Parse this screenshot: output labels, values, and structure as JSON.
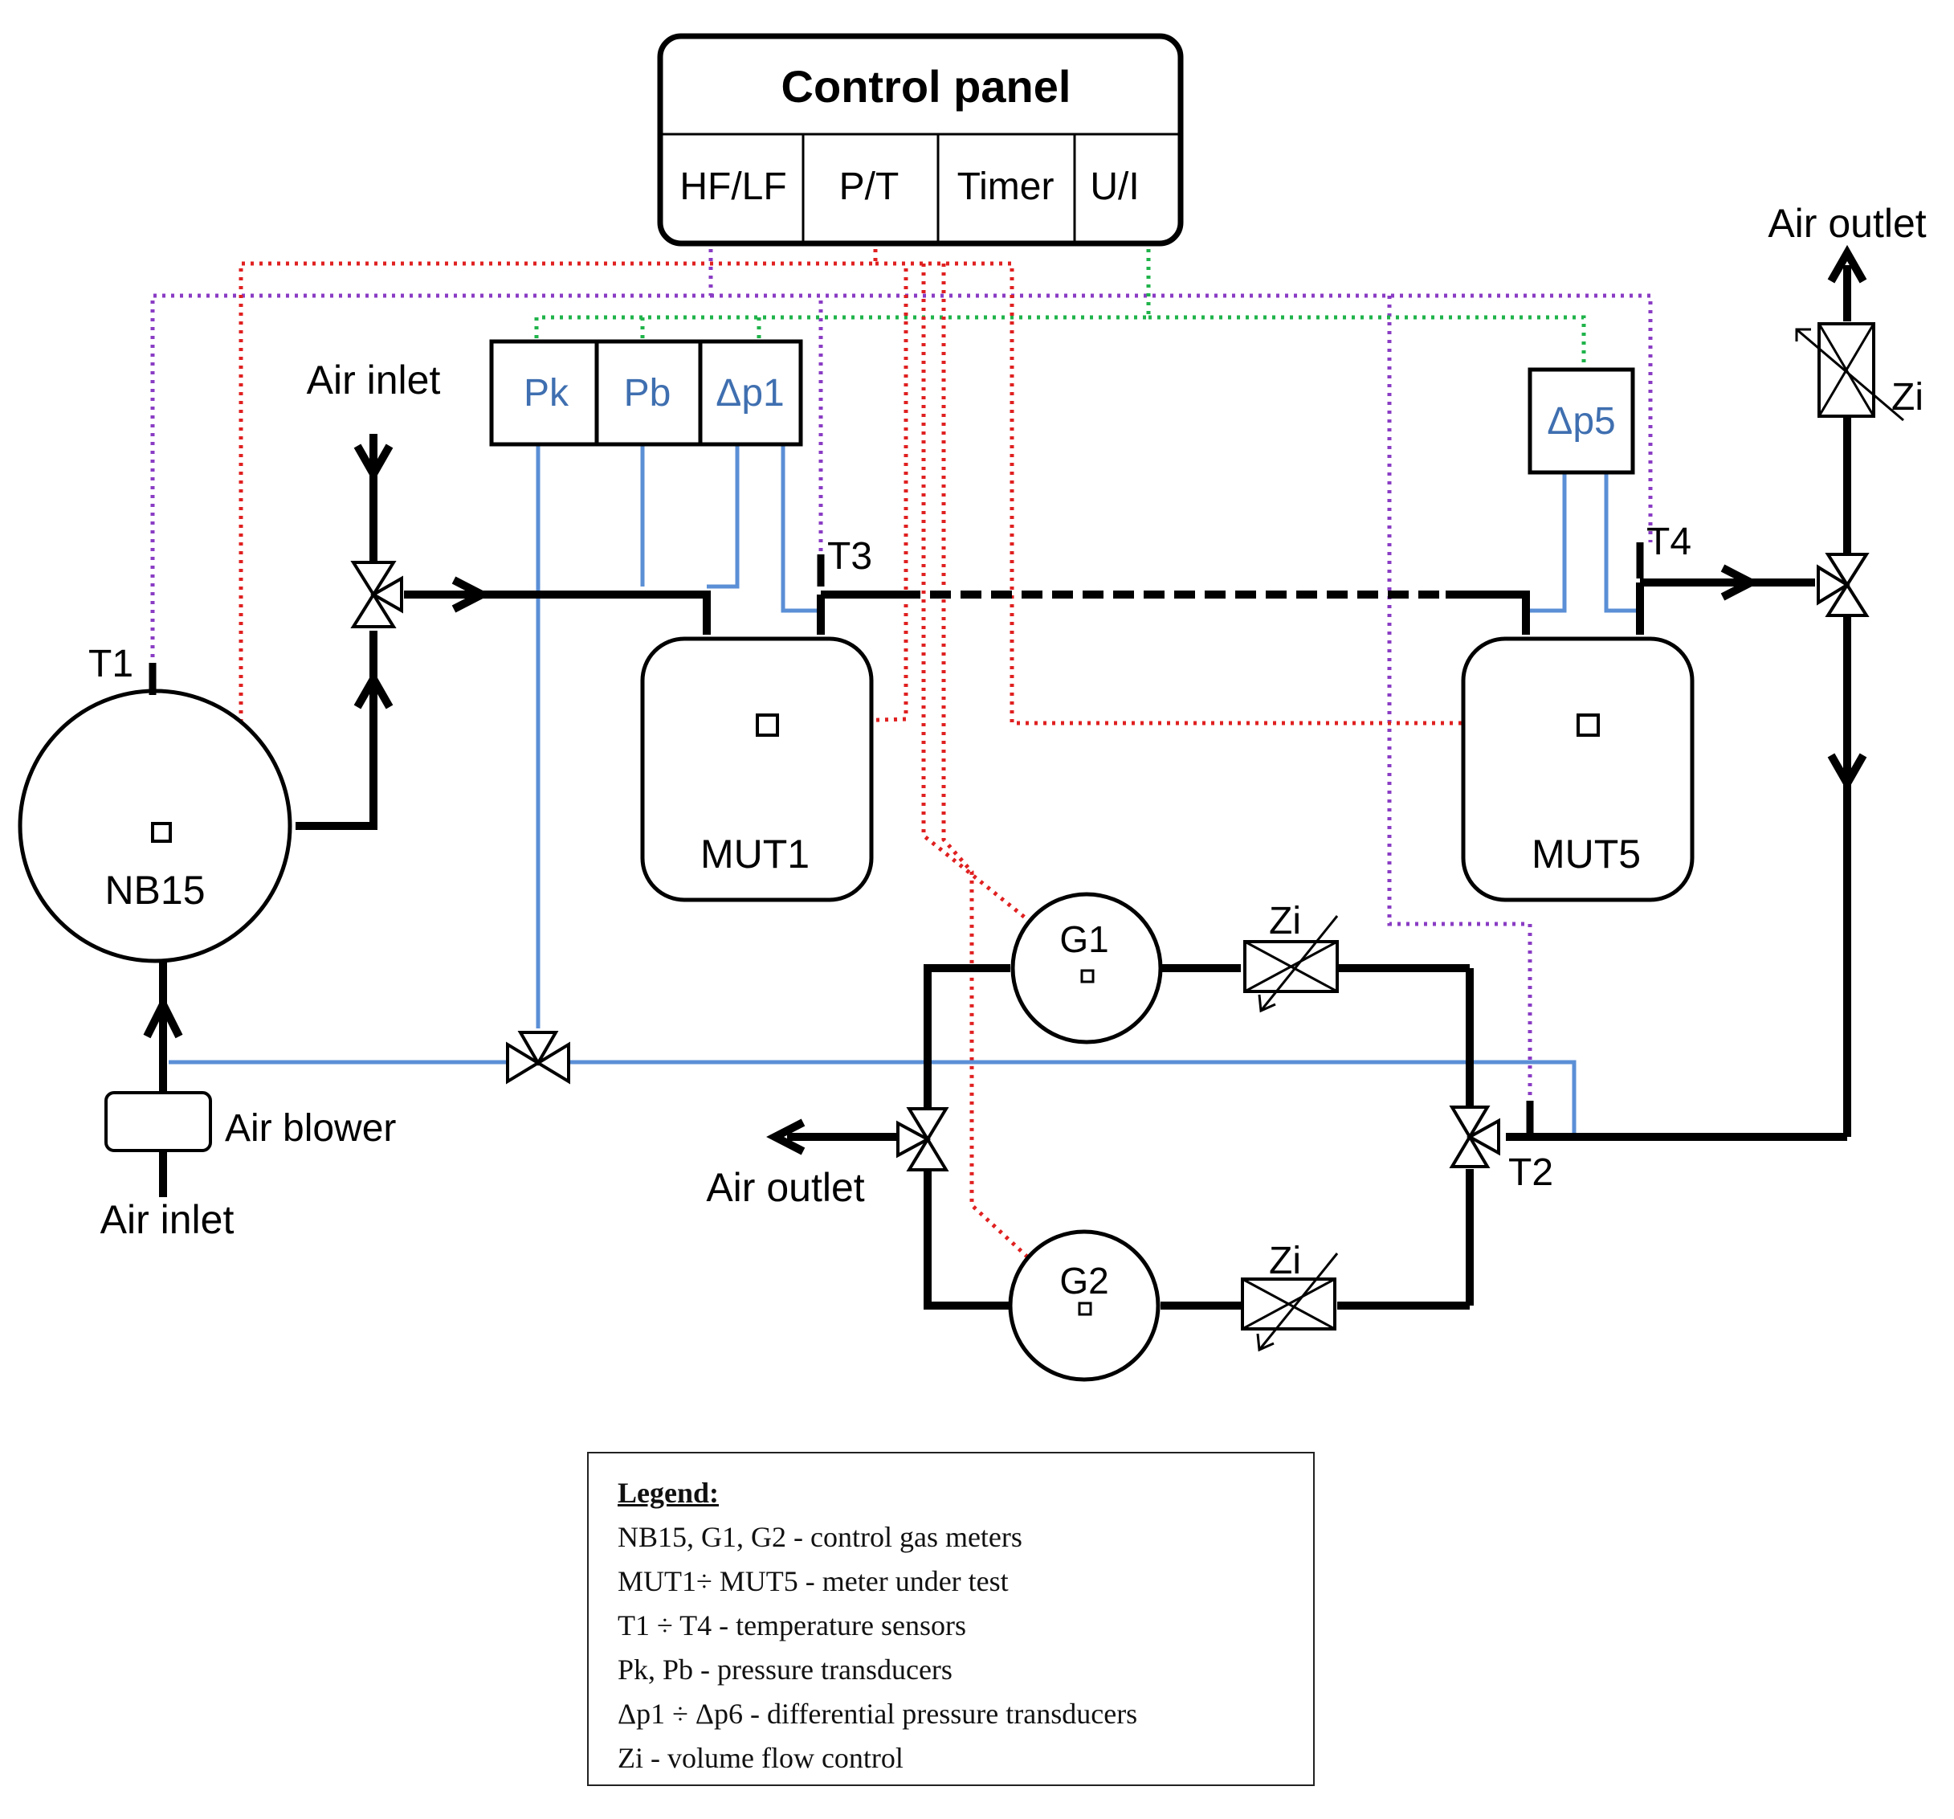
{
  "control_panel": {
    "title": "Control panel",
    "cells": [
      "HF/LF",
      "P/T",
      "Timer",
      "U/I"
    ]
  },
  "transducers": {
    "pk": "Pk",
    "pb": "Pb",
    "dp1": "Δp1",
    "dp5": "Δp5"
  },
  "sensors": {
    "t1": "T1",
    "t2": "T2",
    "t3": "T3",
    "t4": "T4"
  },
  "meters": {
    "nb15": "NB15",
    "mut1": "MUT1",
    "mut5": "MUT5",
    "g1": "G1",
    "g2": "G2"
  },
  "labels": {
    "air_inlet_top": "Air inlet",
    "air_inlet_bottom": "Air inlet",
    "air_blower": "Air blower",
    "air_outlet_right": "Air outlet",
    "air_outlet_left": "Air outlet",
    "zi_outlet": "Zi",
    "zi_g1": "Zi",
    "zi_g2": "Zi"
  },
  "colors": {
    "pipe": "#000000",
    "pressure_line": "#5b8fd6",
    "thermo_line": "#e02020",
    "temp_signal": "#8a3cc4",
    "transducer_signal": "#1fb34a",
    "transducer_text": "#3f6fb0"
  },
  "legend": {
    "title": "Legend:",
    "items": [
      "NB15, G1, G2  -  control gas meters",
      "MUT1÷ MUT5  - meter under test",
      "T1 ÷ T4 - temperature sensors",
      "Pk, Pb  -  pressure transducers",
      "Δp1 ÷ Δp6  -  differential pressure transducers",
      "Zi - volume flow control"
    ]
  }
}
